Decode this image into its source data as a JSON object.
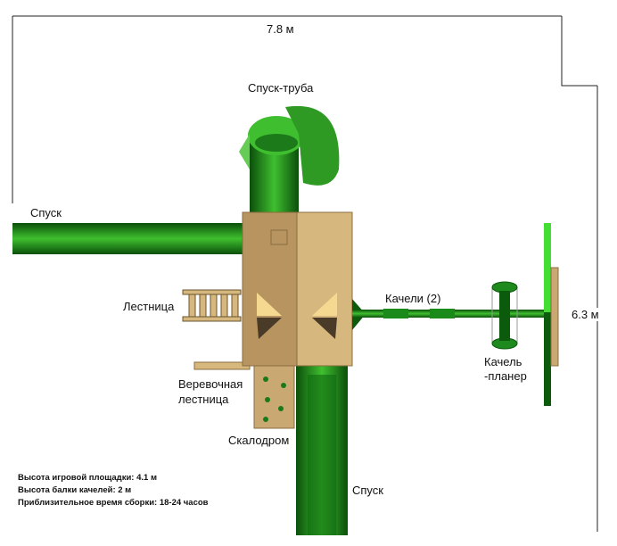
{
  "dimensions": {
    "width": "7.8 м",
    "depth": "6.3 м"
  },
  "labels": {
    "tube_slide": "Спуск-труба",
    "slide_left": "Спуск",
    "ladder": "Лестница",
    "swings": "Качели (2)",
    "glider_1": "Качель",
    "glider_2": "-планер",
    "rope_ladder_1": "Веревочная",
    "rope_ladder_2": "лестница",
    "climbing_wall": "Скалодром",
    "slide_bottom": "Спуск"
  },
  "info": [
    "Высота игровой площадки:  4.1 м",
    "Высота балки качелей: 2 м",
    "Приблизительное время сборки: 18-24 часов"
  ],
  "colors": {
    "green": "#2fa82a",
    "dark_green": "#0c5a0c",
    "wood_dark": "#b89460",
    "wood_light": "#d6b87e"
  }
}
